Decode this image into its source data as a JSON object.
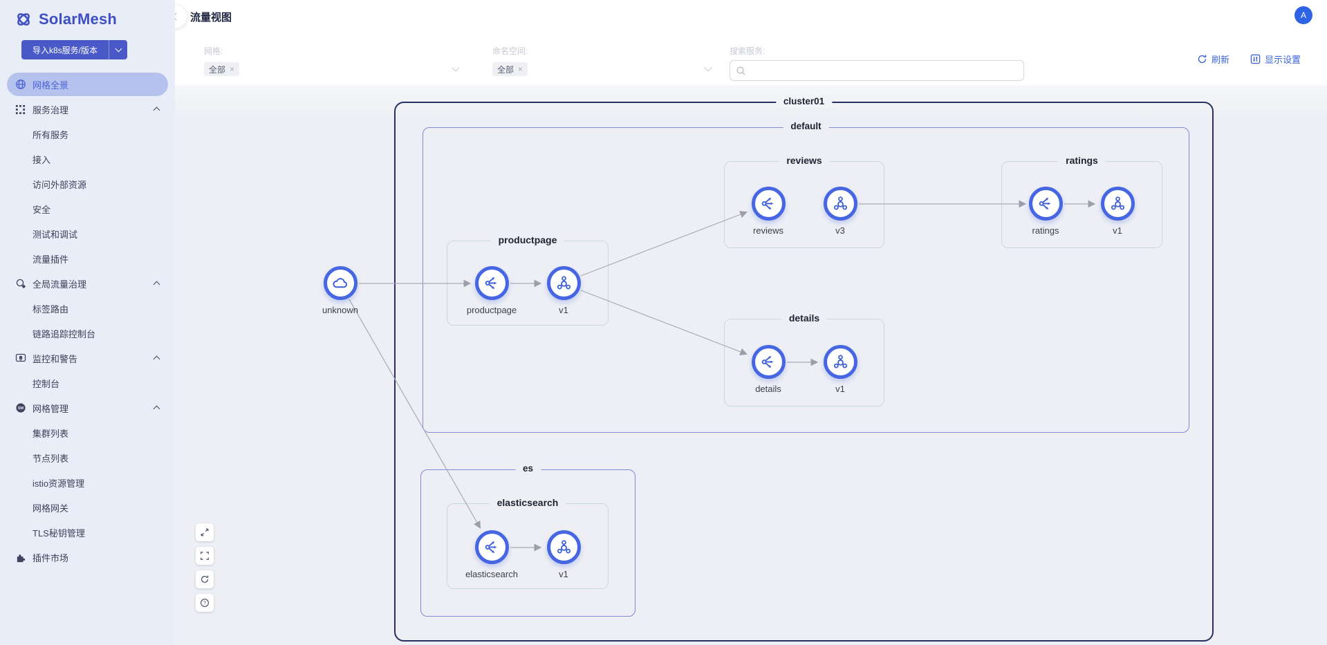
{
  "app": {
    "name": "SolarMesh",
    "avatar_initial": "A"
  },
  "sidebar": {
    "import_button": {
      "label": "导入k8s服务/版本"
    },
    "items": [
      {
        "label": "网格全景",
        "icon": "globe-icon",
        "active": true
      },
      {
        "label": "服务治理",
        "icon": "service-governance-icon",
        "expanded": true
      },
      {
        "label": "所有服务"
      },
      {
        "label": "接入"
      },
      {
        "label": "访问外部资源"
      },
      {
        "label": "安全"
      },
      {
        "label": "测试和调试"
      },
      {
        "label": "流量插件"
      },
      {
        "label": "全局流量治理",
        "icon": "global-traffic-icon",
        "expanded": true
      },
      {
        "label": "标签路由"
      },
      {
        "label": "链路追踪控制台"
      },
      {
        "label": "监控和警告",
        "icon": "monitor-alert-icon",
        "expanded": true
      },
      {
        "label": "控制台"
      },
      {
        "label": "网格管理",
        "icon": "mesh-manage-icon",
        "expanded": true
      },
      {
        "label": "集群列表"
      },
      {
        "label": "节点列表"
      },
      {
        "label": "istio资源管理"
      },
      {
        "label": "网格网关"
      },
      {
        "label": "TLS秘钥管理"
      },
      {
        "label": "插件市场",
        "icon": "plugin-market-icon"
      }
    ]
  },
  "header": {
    "title": "流量视图"
  },
  "filters": {
    "mesh": {
      "label": "网格:",
      "selected": "全部"
    },
    "namespace": {
      "label": "命名空间:",
      "selected": "全部"
    },
    "search": {
      "label": "搜索服务:",
      "placeholder": ""
    },
    "refresh_label": "刷新",
    "display_settings_label": "显示设置"
  },
  "graph": {
    "cluster_label": "cluster01",
    "namespaces": {
      "default": "default",
      "es": "es"
    },
    "groups": {
      "productpage": "productpage",
      "reviews": "reviews",
      "ratings": "ratings",
      "details": "details",
      "elasticsearch": "elasticsearch"
    },
    "nodes": {
      "unknown": "unknown",
      "productpage_svc": "productpage",
      "productpage_v1": "v1",
      "reviews_svc": "reviews",
      "reviews_v3": "v3",
      "ratings_svc": "ratings",
      "ratings_v1": "v1",
      "details_svc": "details",
      "details_v1": "v1",
      "elasticsearch_svc": "elasticsearch",
      "elasticsearch_v1": "v1"
    },
    "edges": [
      {
        "from": "unknown",
        "to": "productpage"
      },
      {
        "from": "productpage",
        "to": "productpage/v1"
      },
      {
        "from": "productpage/v1",
        "to": "reviews"
      },
      {
        "from": "productpage/v1",
        "to": "details"
      },
      {
        "from": "reviews/v3",
        "to": "ratings"
      },
      {
        "from": "ratings",
        "to": "ratings/v1"
      },
      {
        "from": "details",
        "to": "details/v1"
      },
      {
        "from": "unknown",
        "to": "elasticsearch"
      },
      {
        "from": "elasticsearch",
        "to": "elasticsearch/v1"
      }
    ]
  },
  "canvas_toolbar": {
    "buttons": [
      "zoom-fit-icon",
      "fullscreen-icon",
      "reset-view-icon",
      "help-icon"
    ]
  },
  "colors": {
    "accent": "#3b64db",
    "node_ring": "#4766e2",
    "edge": "#9aa0aa",
    "cluster_border": "#262f63",
    "namespace_border": "#8387d8",
    "group_border": "#c8d9dc",
    "sidebar_active_bg": "#b6c2ee",
    "avatar_bg": "#2f63e5",
    "import_button_bg": "#4a59c8"
  }
}
